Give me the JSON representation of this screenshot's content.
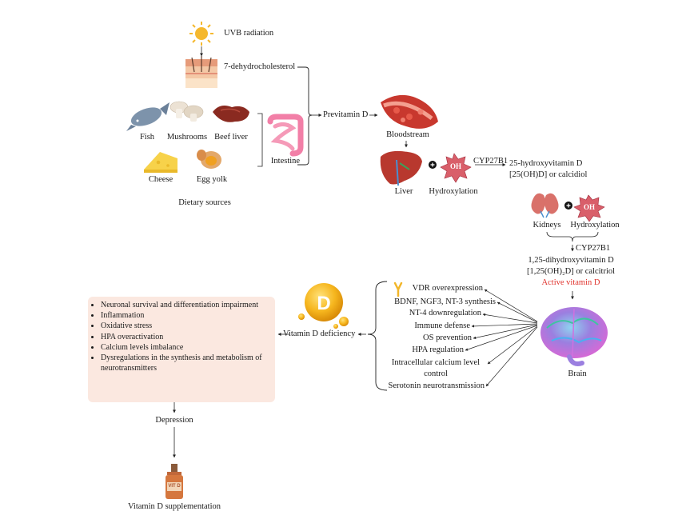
{
  "top": {
    "uvb": "UVB radiation",
    "dehydro": "7-dehydrocholesterol",
    "previtamin": "Previtamin D",
    "bloodstream": "Bloodstream",
    "intestine": "Intestine"
  },
  "diet": {
    "fish": "Fish",
    "mushrooms": "Mushrooms",
    "beef_liver": "Beef liver",
    "cheese": "Cheese",
    "egg_yolk": "Egg yolk",
    "caption": "Dietary sources"
  },
  "liver_step": {
    "liver": "Liver",
    "hydroxylation": "Hydroxylation",
    "oh": "OH",
    "enzyme": "CYP27B1",
    "product_line1": "25-hydroxyvitamin D",
    "product_line2": "[25(OH)D] or calcidiol"
  },
  "kidney_step": {
    "kidneys": "Kidneys",
    "hydroxylation": "Hydroxylation",
    "oh": "OH",
    "enzyme": "CYP27B1",
    "product_line1": "1,25-dihydroxyvitamin D",
    "product_line2": "[1,25(OH)₂D] or calcitriol",
    "active": "Active vitamin D"
  },
  "brain": {
    "label": "Brain"
  },
  "effects": [
    "VDR overexpression",
    "BDNF, NGF3, NT-3 synthesis",
    "NT-4 downregulation",
    "Immune defense",
    "OS prevention",
    "HPA regulation",
    "Intracellular calcium level",
    "control",
    "Serotonin neurotransmission"
  ],
  "deficiency": {
    "label": "Vitamin D deficiency",
    "icon_letter": "D"
  },
  "consequences": [
    "Neuronal survival and differentiation impairment",
    "Inflammation",
    "Oxidative stress",
    "HPA overactivation",
    "Calcium levels imbalance",
    "Dysregulations in the synthesis and metabolism of neurotransmitters"
  ],
  "depression": "Depression",
  "supplement": {
    "label": "Vitamin D supplementation",
    "bottle_text": "VIT D"
  },
  "colors": {
    "sun": "#f5b82e",
    "vitd": "#f6b61e",
    "box": "#fbe8e0",
    "active": "#e0322c",
    "kidney": "#d9716a",
    "liver": "#b8382e"
  }
}
